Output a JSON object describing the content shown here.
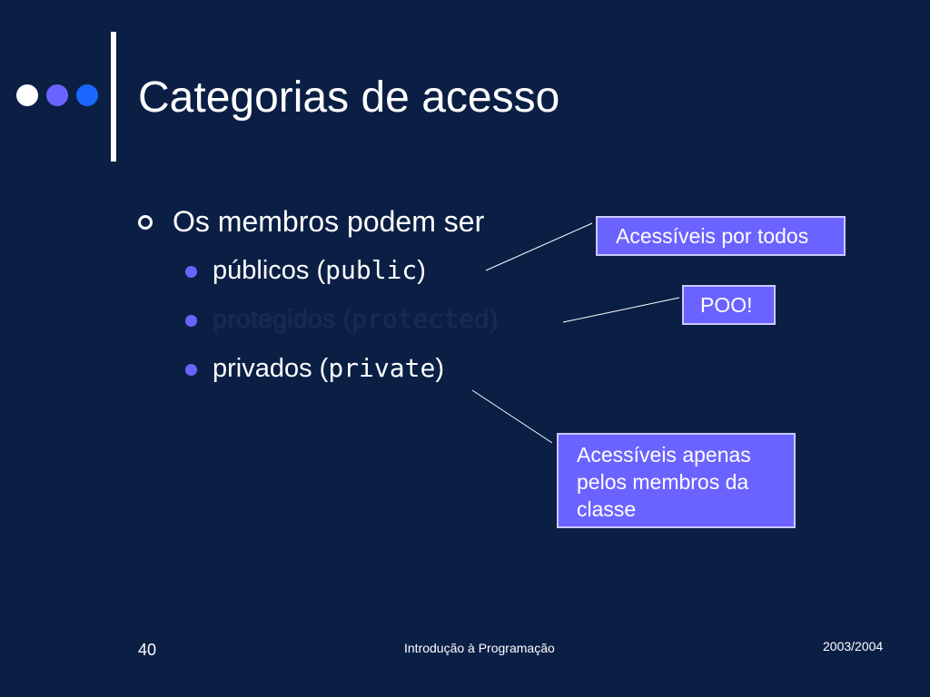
{
  "slide": {
    "title": "Categorias de acesso",
    "bullets": {
      "main": "Os membros podem ser",
      "items": [
        {
          "text": "públicos (",
          "code": "public",
          "close": ")"
        },
        {
          "text": "protegidos (",
          "code": "protected",
          "close": ")"
        },
        {
          "text": "privados (",
          "code": "private",
          "close": ")"
        }
      ]
    },
    "callouts": {
      "public": "Acessíveis por todos",
      "protected": "POO!",
      "private": "Acessíveis apenas pelos membros da classe"
    }
  },
  "footer": {
    "page_number": "40",
    "course": "Introdução à Programação",
    "year": "2003/2004"
  },
  "colors": {
    "background": "#0b1f45",
    "accent_purple": "#6b63ff",
    "accent_blue": "#1a66ff",
    "dimmed_text": "#152a52"
  },
  "icons": [
    "white-dot-icon",
    "purple-dot-icon",
    "blue-dot-icon",
    "ring-bullet-icon",
    "dot-bullet-icon"
  ]
}
